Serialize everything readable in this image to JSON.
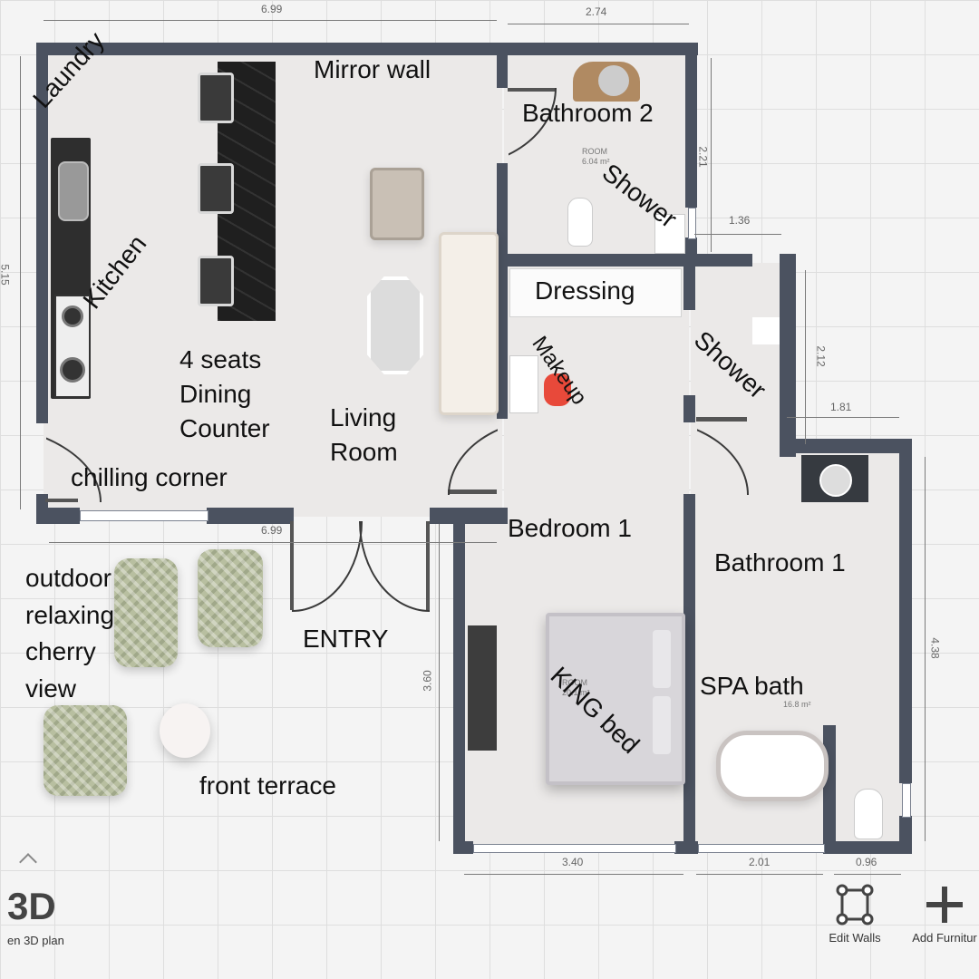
{
  "labels": {
    "laundry": "Laundry",
    "mirror_wall": "Mirror wall",
    "bathroom2": "Bathroom 2",
    "shower_top": "Shower",
    "kitchen": "Kitchen",
    "dressing": "Dressing",
    "makeup": "Makeup",
    "shower_mid": "Shower",
    "dining": "4 seats Dining Counter",
    "living": "Living Room",
    "chilling": "chilling corner",
    "bedroom1": "Bedroom 1",
    "bathroom1": "Bathroom 1",
    "outdoor": "outdoor relaxing cherry view",
    "entry": "ENTRY",
    "king_bed": "KING bed",
    "spa_bath": "SPA bath",
    "front_terrace": "front terrace"
  },
  "room_tags": {
    "bath2_name": "ROOM",
    "bath2_area": "6.04 m²",
    "bed_name": "ROOM",
    "bed_area": "20.1 m²",
    "bath1_area": "16.8 m²"
  },
  "dimensions": {
    "top_left": "6.99",
    "top_right": "2.74",
    "left_side": "5.15",
    "bath2_height": "2.21",
    "shower_width": "1.36",
    "shower_height": "2.12",
    "bath1_top": "1.81",
    "bath1_height": "4.38",
    "bottom_left": "6.99",
    "bed_height": "3.60",
    "bottom_bed": "3.40",
    "bottom_bath": "2.01",
    "bottom_toilet": "0.96"
  },
  "toolbar": {
    "view_3d_title": "3D",
    "view_3d_label": "en 3D plan",
    "edit_walls_label": "Edit Walls",
    "add_furniture_label": "Add Furnitur"
  },
  "colors": {
    "wall": "#4b5260",
    "floor": "#ebe9e8",
    "grid": "#dedede",
    "rug": "#b8bfa0",
    "makeup_stool": "#e8493a"
  },
  "icons": {
    "chevron": "chevron-up-icon",
    "edit_walls": "edit-walls-icon",
    "add": "plus-icon"
  }
}
